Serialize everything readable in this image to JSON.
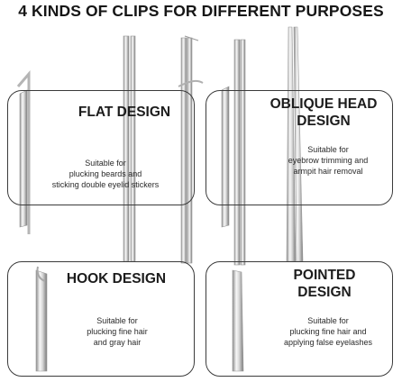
{
  "headline": "4 KINDS OF CLIPS FOR DIFFERENT PURPOSES",
  "cards": [
    {
      "title_lines": [
        "FLAT DESIGN"
      ],
      "desc_lines": [
        "Suitable for",
        "plucking beards and",
        "sticking double eyelid stickers"
      ]
    },
    {
      "title_lines": [
        "OBLIQUE HEAD",
        "DESIGN"
      ],
      "desc_lines": [
        "Suitable for",
        "eyebrow trimming and",
        "armpit hair removal"
      ]
    },
    {
      "title_lines": [
        "HOOK DESIGN"
      ],
      "desc_lines": [
        "Suitable for",
        "plucking fine hair",
        "and gray hair"
      ]
    },
    {
      "title_lines": [
        "POINTED",
        "DESIGN"
      ],
      "desc_lines": [
        "Suitable for",
        "plucking fine hair and",
        "applying false eyelashes"
      ]
    }
  ],
  "colors": {
    "frame": "#3b3b3b",
    "steel_light": "#f4f4f4",
    "steel_dark": "#9a9a9a",
    "text": "#1a1a1a"
  }
}
